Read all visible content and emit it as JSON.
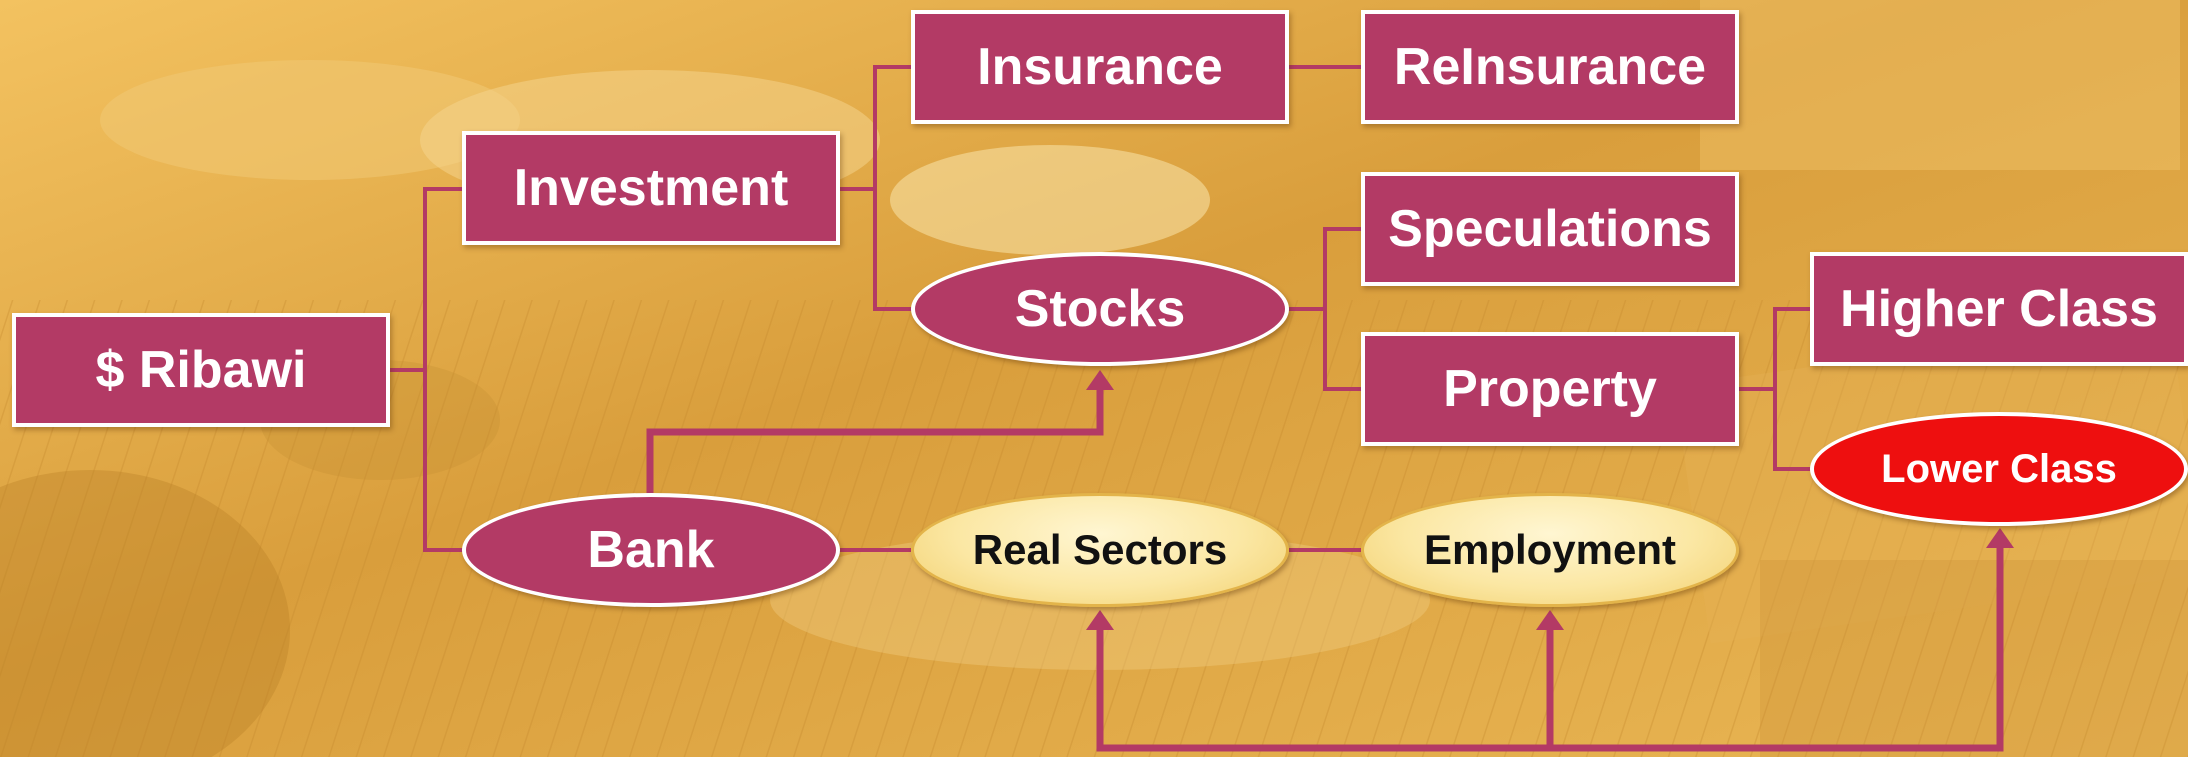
{
  "colors": {
    "node_fill": "#b33a65",
    "node_border": "#ffffff",
    "connector": "#b33a65",
    "highlight_node": "#ee0f0f",
    "sector_node": "#fbe7a3",
    "background": "#e0ac48"
  },
  "nodes": {
    "ribawi": "$ Ribawi",
    "investment": "Investment",
    "bank": "Bank",
    "insurance": "Insurance",
    "reinsurance": "ReInsurance",
    "stocks": "Stocks",
    "speculations": "Speculations",
    "property": "Property",
    "higher_class": "Higher Class",
    "lower_class": "Lower Class",
    "real_sectors": "Real Sectors",
    "employment": "Employment"
  },
  "links": [
    [
      "$ Ribawi",
      "Investment"
    ],
    [
      "$ Ribawi",
      "Bank"
    ],
    [
      "Investment",
      "Insurance"
    ],
    [
      "Investment",
      "Stocks"
    ],
    [
      "Insurance",
      "ReInsurance"
    ],
    [
      "Stocks",
      "Speculations"
    ],
    [
      "Stocks",
      "Property"
    ],
    [
      "Property",
      "Higher Class"
    ],
    [
      "Property",
      "Lower Class"
    ],
    [
      "Bank",
      "Real Sectors"
    ],
    [
      "Real Sectors",
      "Employment"
    ],
    [
      "Bank",
      "Stocks"
    ],
    [
      "Lower Class",
      "Real Sectors"
    ],
    [
      "Lower Class",
      "Employment"
    ]
  ]
}
